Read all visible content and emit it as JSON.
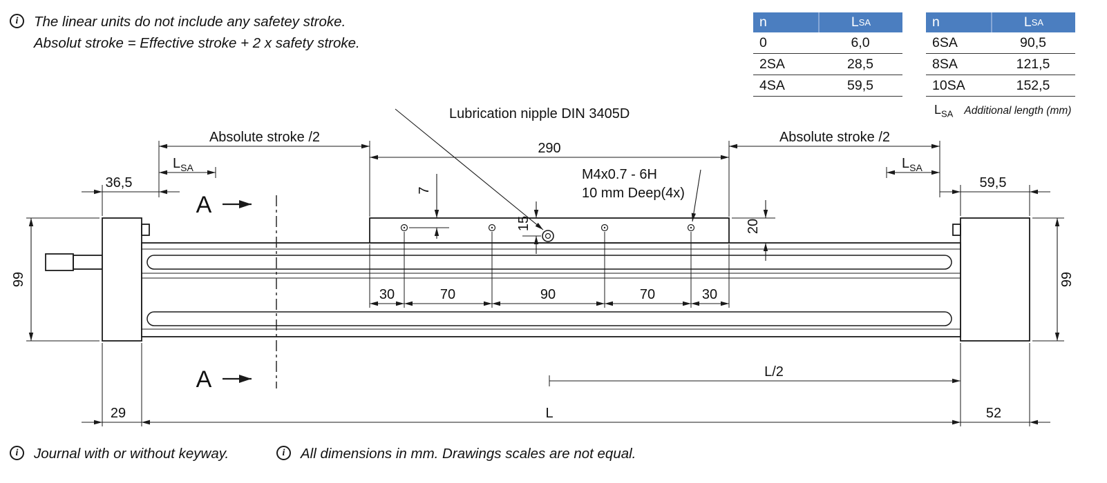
{
  "icons": {
    "info": "i"
  },
  "notes": {
    "top_line1": "The linear units do not include any safetey stroke.",
    "top_line2": "Absolut stroke = Effective stroke + 2 x safety stroke.",
    "bottom_left": "Journal with or without keyway.",
    "bottom_right": "All dimensions in mm. Drawings scales are not equal."
  },
  "tables": {
    "header": {
      "col1": "n",
      "col2_main": "L",
      "col2_sub": "SA"
    },
    "table1": {
      "rows": [
        [
          "0",
          "6,0"
        ],
        [
          "2SA",
          "28,5"
        ],
        [
          "4SA",
          "59,5"
        ]
      ]
    },
    "table2": {
      "rows": [
        [
          "6SA",
          "90,5"
        ],
        [
          "8SA",
          "121,5"
        ],
        [
          "10SA",
          "152,5"
        ]
      ]
    },
    "caption_sym_main": "L",
    "caption_sym_sub": "SA",
    "caption_text": "Additional length (mm)"
  },
  "drawing": {
    "lubrication_label": "Lubrication nipple DIN 3405D",
    "abs_stroke_left": "Absolute stroke /2",
    "abs_stroke_right": "Absolute stroke /2",
    "dim_290": "290",
    "lsa_main": "L",
    "lsa_sub": "SA",
    "dim_36_5": "36,5",
    "dim_59_5": "59,5",
    "m4_line1": "M4x0.7 - 6H",
    "m4_line2": "10 mm Deep(4x)",
    "dim_7": "7",
    "dim_15": "15",
    "dim_20": "20",
    "dim_99_left": "99",
    "dim_99_right": "99",
    "dim_30_a": "30",
    "dim_70_a": "70",
    "dim_90": "90",
    "dim_70_b": "70",
    "dim_30_b": "30",
    "section_label_top": "A",
    "section_label_bottom": "A",
    "dim_l_half": "L/2",
    "dim_29": "29",
    "dim_l": "L",
    "dim_52": "52"
  },
  "colors": {
    "table_header_bg": "#4b7ec0",
    "table_header_text": "#ffffff",
    "drawing_line": "#1a1a1a"
  }
}
